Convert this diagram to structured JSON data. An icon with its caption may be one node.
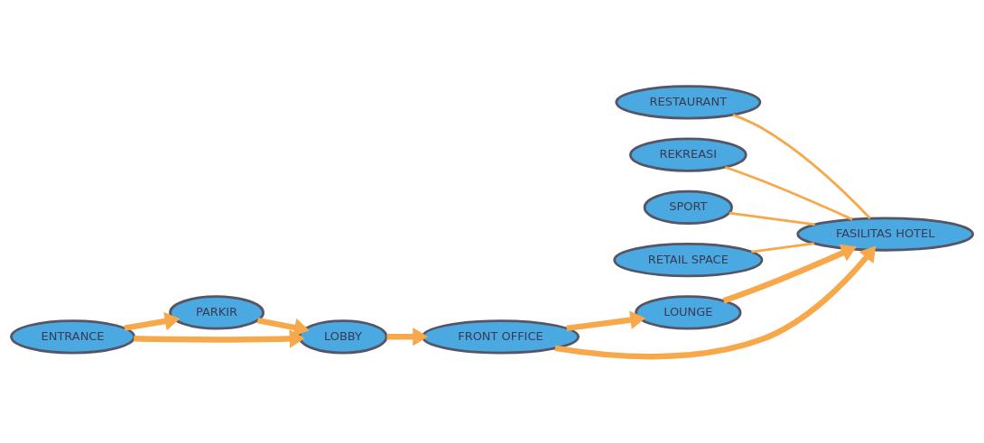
{
  "diagram": {
    "nodes": [
      {
        "text": [
          "PARKIR"
        ]
      },
      {
        "text": [
          "LOUNGE"
        ]
      },
      {
        "text": [
          "ENTRANCE"
        ]
      },
      {
        "text": [
          "LOBBY"
        ]
      },
      {
        "text": [
          "FRONT OFFICE"
        ]
      },
      {
        "text": [
          "RESTAURANT"
        ]
      },
      {
        "text": [
          "REKREASI"
        ]
      },
      {
        "text": [
          "FASILITAS HOTEL"
        ]
      },
      {
        "text": [
          "SPORT"
        ]
      },
      {
        "text": [
          "RETAIL SPACE"
        ]
      }
    ],
    "edges": [
      {
        "from": 2,
        "to": 0,
        "arrow": "to"
      },
      {
        "from": 0,
        "to": 3,
        "arrow": "to"
      },
      {
        "from": 2,
        "to": 3,
        "arrow": "to"
      },
      {
        "from": 3,
        "to": 4,
        "arrow": "to"
      },
      {
        "from": 4,
        "to": 1,
        "arrow": "to"
      },
      {
        "from": 1,
        "to": 7,
        "arrow": "to"
      },
      {
        "from": 4,
        "to": 7,
        "arrow": "to"
      },
      {
        "from": 5,
        "to": 7,
        "arrow": "none"
      },
      {
        "from": 6,
        "to": 7,
        "arrow": "none"
      },
      {
        "from": 8,
        "to": 7,
        "arrow": "none"
      },
      {
        "from": 9,
        "to": 7,
        "arrow": "none"
      }
    ]
  }
}
